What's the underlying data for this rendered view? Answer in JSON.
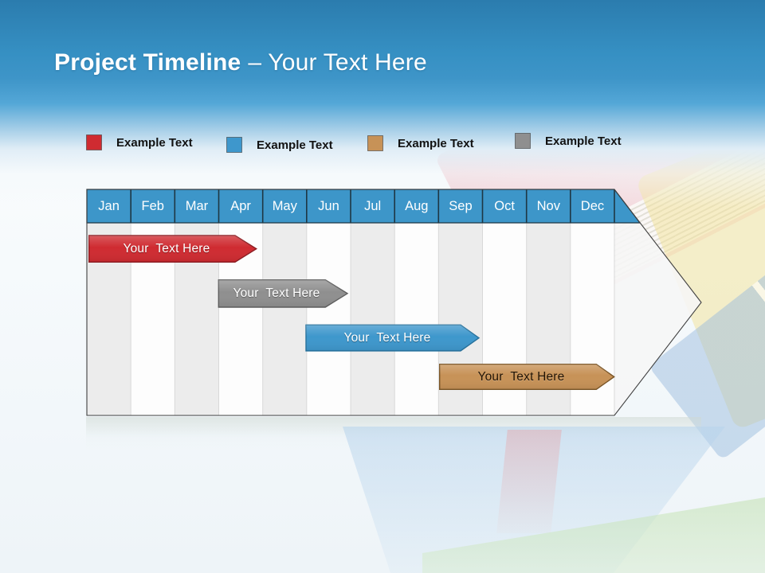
{
  "title": {
    "main": "Project Timeline",
    "sub": "– Your Text Here"
  },
  "legend": {
    "items": [
      {
        "label": "Example Text",
        "color": "#cf2b31"
      },
      {
        "label": "Example Text",
        "color": "#3e97cc"
      },
      {
        "label": "Example Text",
        "color": "#c79257"
      },
      {
        "label": "Example Text",
        "color": "#8f8f8f"
      }
    ]
  },
  "timeline": {
    "months": [
      "Jan",
      "Feb",
      "Mar",
      "Apr",
      "May",
      "Jun",
      "Jul",
      "Aug",
      "Sep",
      "Oct",
      "Nov",
      "Dec"
    ],
    "header_color": "#3d96c9",
    "bars": [
      {
        "label": "Your  Text Here",
        "color": "#cf2b31",
        "row": 1,
        "start": "Jan",
        "end": "Apr"
      },
      {
        "label": "Your  Text Here",
        "color": "#8f8f8f",
        "row": 2,
        "start": "Apr",
        "end": "Jun"
      },
      {
        "label": "Your  Text Here",
        "color": "#3e97cc",
        "row": 3,
        "start": "Jun",
        "end": "Sep"
      },
      {
        "label": "Your  Text Here",
        "color": "#c79257",
        "row": 4,
        "start": "Sep",
        "end": "Dec"
      }
    ]
  },
  "palette": {
    "slide_top_blue": "#2b7cae",
    "slide_mid_blue": "#3e95c8",
    "column_stripe_gray": "#ececec",
    "column_stripe_white": "#fdfdfd",
    "arrow_outline": "#404040",
    "header_cell_border": "#1e3744"
  }
}
